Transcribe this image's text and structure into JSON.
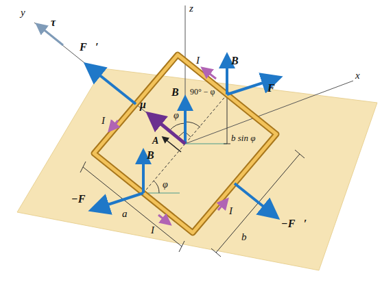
{
  "diagram": {
    "labels": [
      "y",
      "τ⃗",
      "F⃗′",
      "z",
      "x",
      "I",
      "B⃗",
      "F⃗",
      "I",
      "μ⃗",
      "A⃗",
      "B⃗",
      "90° − φ",
      "φ",
      "b sin φ",
      "B⃗",
      "−F⃗",
      "φ",
      "a",
      "I",
      "I",
      "b",
      "−F⃗′"
    ]
  }
}
